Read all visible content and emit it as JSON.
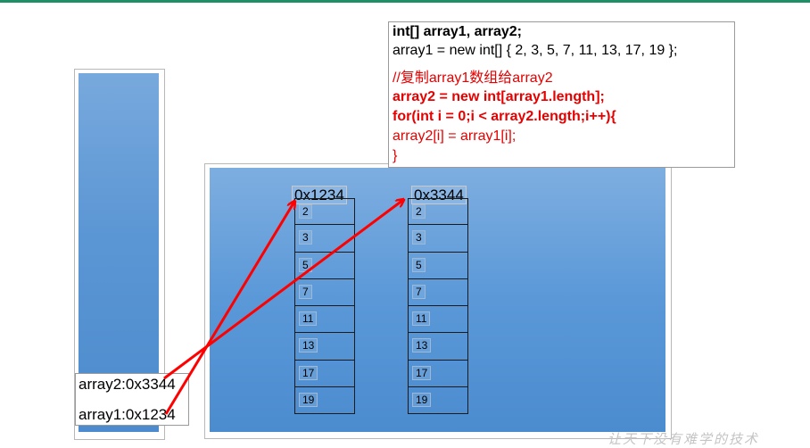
{
  "stack": {
    "vars": [
      {
        "label": "array2:0x3344"
      },
      {
        "label": "array1:0x1234"
      }
    ]
  },
  "heap": {
    "array_a": {
      "address": "0x1234",
      "values": [
        "2",
        "3",
        "5",
        "7",
        "11",
        "13",
        "17",
        "19"
      ]
    },
    "array_b": {
      "address": "0x3344",
      "values": [
        "2",
        "3",
        "5",
        "7",
        "11",
        "13",
        "17",
        "19"
      ]
    }
  },
  "code": {
    "lines": [
      {
        "text": "int[] array1, array2;",
        "style": "bold black"
      },
      {
        "text": "array1 = new int[] { 2, 3, 5, 7, 11, 13, 17, 19 };",
        "style": "black"
      },
      {
        "text": "//复制array1数组给array2",
        "style": "red"
      },
      {
        "text": "array2 = new int[array1.length];",
        "style": "bold red"
      },
      {
        "text": "for(int i = 0;i < array2.length;i++){",
        "style": "bold red"
      },
      {
        "text": "array2[i] = array1[i];",
        "style": "red"
      },
      {
        "text": "}",
        "style": "red"
      }
    ]
  },
  "watermark": "让天下没有难学的技术",
  "colors": {
    "arrow": "#ff0000",
    "accent_rule": "#1f8f68",
    "bar_blue": "#5b96d4"
  }
}
